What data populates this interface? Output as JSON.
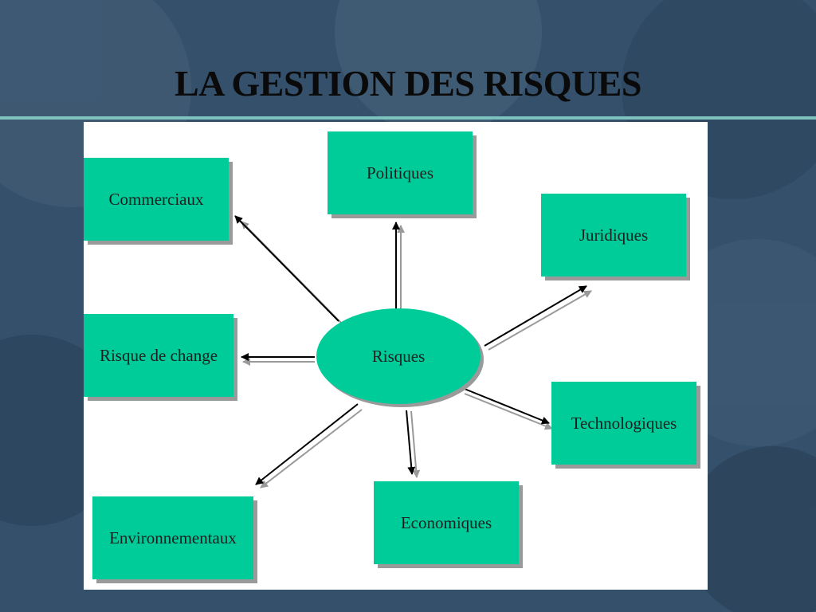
{
  "slide": {
    "title": "LA GESTION DES RISQUES",
    "colors": {
      "background": "#34506b",
      "accent_rule": "#7fc3c0",
      "node_fill": "#00cc99",
      "node_shadow": "#9a9a9a"
    }
  },
  "diagram": {
    "center": "Risques",
    "nodes": [
      "Commerciaux",
      "Politiques",
      "Juridiques",
      "Risque de change",
      "Technologiques",
      "Environnementaux",
      "Economiques"
    ]
  }
}
